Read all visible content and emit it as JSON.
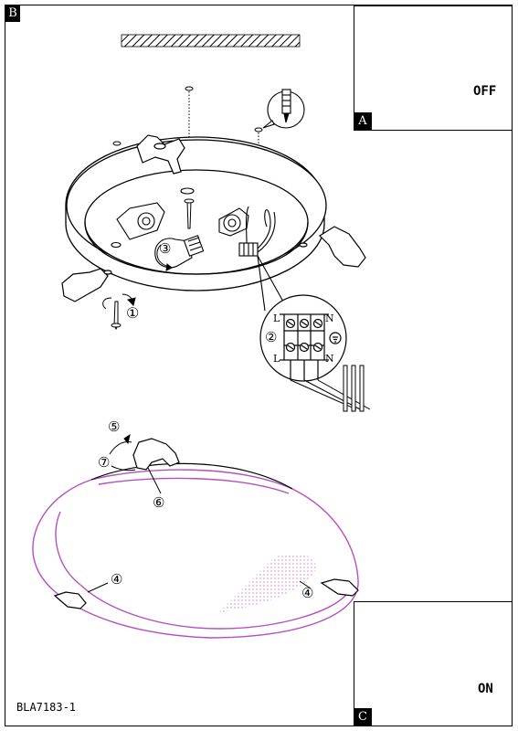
{
  "panels": {
    "main_tag": "B",
    "inset_top_tag": "A",
    "inset_bottom_tag": "C"
  },
  "switch_states": {
    "off_label": "OFF",
    "on_label": "ON"
  },
  "steps": {
    "s1": "①",
    "s2": "②",
    "s3": "③",
    "s4a": "④",
    "s4b": "④",
    "s5": "⑤",
    "s6": "⑥",
    "s7": "⑦"
  },
  "terminal_labels": {
    "l_top": "L",
    "n_top": "N",
    "l_bottom": "L",
    "n_bottom": "N"
  },
  "footer": {
    "code": "BLA7183-1"
  },
  "colors": {
    "line": "#000000",
    "glass_outline": "#b34fbf",
    "background": "#ffffff"
  }
}
